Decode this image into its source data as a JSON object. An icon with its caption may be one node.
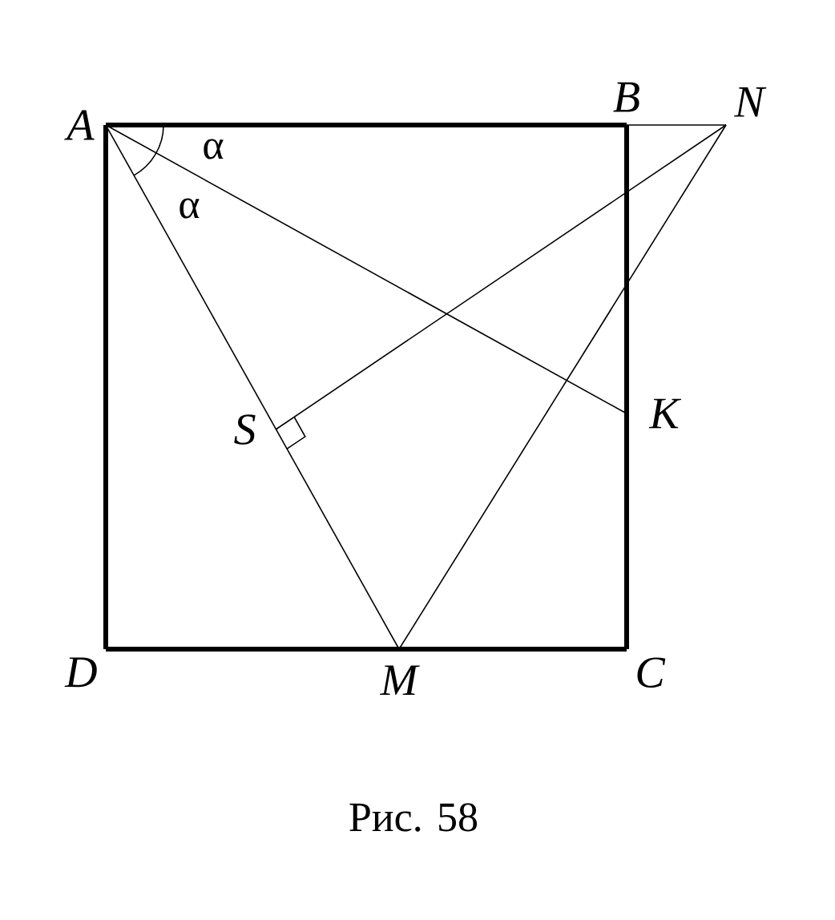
{
  "diagram": {
    "caption": "Рис. 58",
    "nodes": [
      {
        "text": [
          "A"
        ]
      },
      {
        "text": [
          "B"
        ]
      },
      {
        "text": [
          "N"
        ]
      },
      {
        "text": [
          "K"
        ]
      },
      {
        "text": [
          "S"
        ]
      },
      {
        "text": [
          "D"
        ]
      },
      {
        "text": [
          "M"
        ]
      },
      {
        "text": [
          "C"
        ]
      }
    ],
    "edges": [
      {
        "from": 0,
        "to": 1,
        "arrow": "none",
        "style": "thick"
      },
      {
        "from": 1,
        "to": 7,
        "arrow": "none",
        "style": "thick"
      },
      {
        "from": 7,
        "to": 5,
        "arrow": "none",
        "style": "thick"
      },
      {
        "from": 5,
        "to": 0,
        "arrow": "none",
        "style": "thick"
      },
      {
        "from": 0,
        "to": 6,
        "arrow": "none"
      },
      {
        "from": 0,
        "to": 3,
        "arrow": "none"
      },
      {
        "from": 6,
        "to": 2,
        "arrow": "none"
      },
      {
        "from": 2,
        "to": 4,
        "arrow": "none"
      },
      {
        "from": 1,
        "to": 2,
        "arrow": "none"
      }
    ],
    "labels": [
      "α",
      "α"
    ]
  }
}
